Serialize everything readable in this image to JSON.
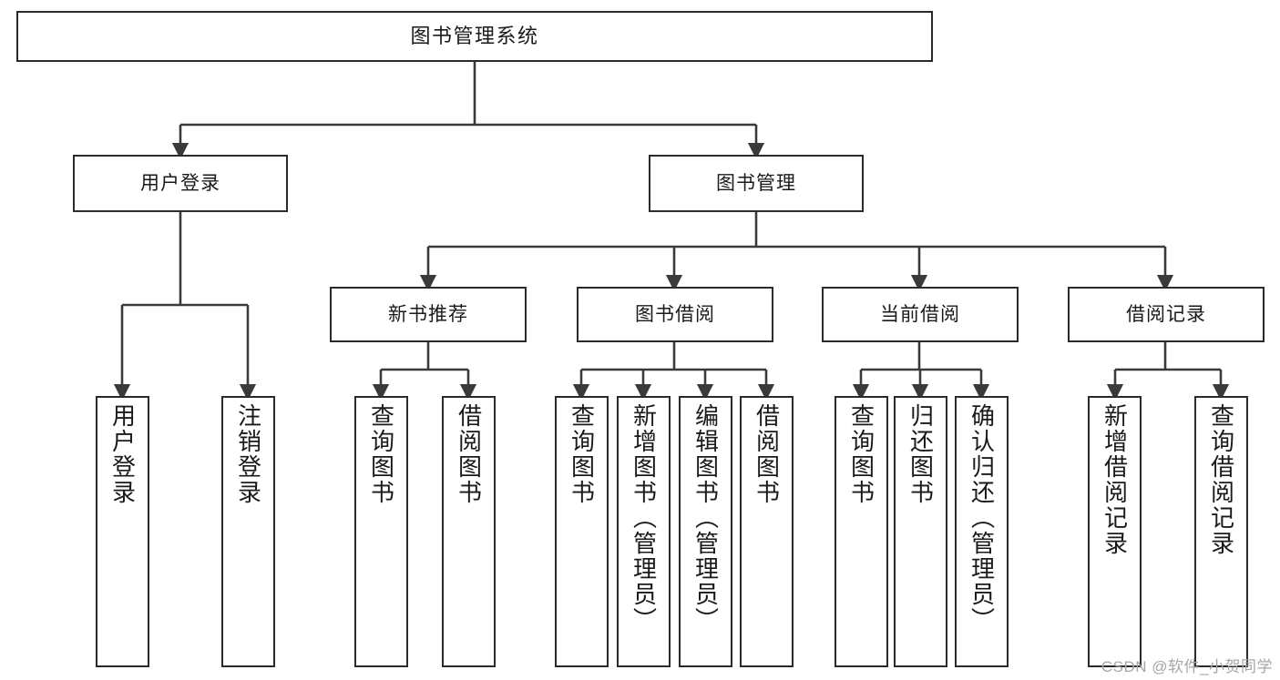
{
  "diagram": {
    "type": "tree-hierarchy",
    "title": "图书管理系统",
    "watermark": "CSDN @软件_小贺同学",
    "colors": {
      "node_border": "#2b2b2b",
      "node_fill": "#ffffff",
      "edge": "#3a3a3a",
      "text": "#1a1a1a",
      "watermark": "#a6a6a6",
      "background": "#ffffff"
    },
    "nodes": {
      "root": {
        "label": "图书管理系统"
      },
      "level2": [
        {
          "id": "user-login",
          "label": "用户登录"
        },
        {
          "id": "book-manage",
          "label": "图书管理"
        }
      ],
      "level3": [
        {
          "id": "new-book-recommend",
          "label": "新书推荐"
        },
        {
          "id": "book-borrow",
          "label": "图书借阅"
        },
        {
          "id": "current-borrow",
          "label": "当前借阅"
        },
        {
          "id": "borrow-record",
          "label": "借阅记录"
        }
      ],
      "leaves": {
        "user_login": [
          {
            "id": "leaf-user-login",
            "label": "用户登录"
          },
          {
            "id": "leaf-logout-login",
            "label": "注销登录"
          }
        ],
        "new_book_recommend": [
          {
            "id": "leaf-query-book-1",
            "label": "查询图书"
          },
          {
            "id": "leaf-borrow-book-1",
            "label": "借阅图书"
          }
        ],
        "book_borrow": [
          {
            "id": "leaf-query-book-2",
            "label": "查询图书"
          },
          {
            "id": "leaf-add-book",
            "label": "新增图书（管理员）"
          },
          {
            "id": "leaf-edit-book",
            "label": "编辑图书（管理员）"
          },
          {
            "id": "leaf-borrow-book-2",
            "label": "借阅图书"
          }
        ],
        "current_borrow": [
          {
            "id": "leaf-query-book-3",
            "label": "查询图书"
          },
          {
            "id": "leaf-return-book",
            "label": "归还图书"
          },
          {
            "id": "leaf-confirm-return",
            "label": "确认归还（管理员）"
          }
        ],
        "borrow_record": [
          {
            "id": "leaf-add-borrow-record",
            "label": "新增借阅记录"
          },
          {
            "id": "leaf-query-borrow-record",
            "label": "查询借阅记录"
          }
        ]
      }
    }
  }
}
